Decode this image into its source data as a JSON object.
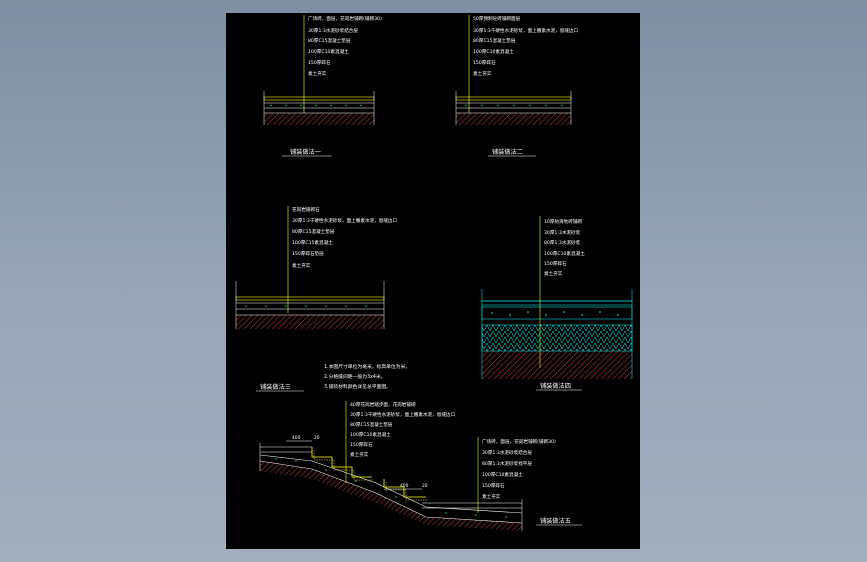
{
  "drawing": {
    "details": [
      {
        "title": "铺装做法一",
        "labels": [
          "广场砖，面层，花岗岩铺砌(铺砌30)",
          "30厚1:3水泥砂浆结合层",
          "80厚C15混凝土垫层",
          "100厚C10素混凝土",
          "150厚碎石",
          "素土夯实"
        ]
      },
      {
        "title": "铺装做法二",
        "labels": [
          "50厚预制砼砖铺砌面层",
          "30厚1:3干硬性水泥砂浆，面上撒素水泥，留缝边口",
          "80厚C15混凝土垫层",
          "100厚C10素混凝土",
          "150厚碎石",
          "素土夯实"
        ]
      },
      {
        "title": "铺装做法三",
        "labels": [
          "花岗岩铺砌石",
          "30厚1:3干硬性水泥砂浆，面上撒素水泥，留缝边口",
          "80厚C15混凝土垫层",
          "100厚C15素混凝土",
          "150厚碎石垫层",
          "素土夯实"
        ]
      },
      {
        "title": "铺装做法四",
        "labels": [
          "10厚防滑地砖铺砌",
          "30厚1:3水泥砂浆",
          "80厚1:3水泥砂浆",
          "100厚C10素混凝土",
          "150厚碎石",
          "素土夯实"
        ]
      },
      {
        "title": "铺装做法五",
        "labels_left": [
          "40厚花岗岩踏步面，花岗岩铺砌",
          "30厚1:3干硬性水泥砂浆，面上撒素水泥，留缝边口",
          "80厚C15混凝土垫层",
          "100厚C10素混凝土",
          "150厚碎石",
          "素土夯实"
        ],
        "labels_right": [
          "广场砖，面层，花岗岩铺砌(铺砌30)",
          "30厚1:3水泥砂浆结合层",
          "80厚1:3水泥砂浆找平层",
          "100厚C10素混凝土",
          "150厚碎石",
          "素土夯实"
        ],
        "dims": [
          "400",
          "20",
          "400",
          "20"
        ]
      }
    ],
    "notes": [
      "1.本图尺寸单位为毫米，标高单位为米。",
      "2.分格缝间距一般为3x4米。",
      "3.铺装材料颜色详见总平面图。"
    ]
  },
  "colors": {
    "background": "#8a98ac",
    "sheet": "#000000",
    "label": "#ffffff",
    "slab_lines": "#ffffff",
    "stone": "#ffff00",
    "leader": "#ffff00",
    "aggregate": "#00ff66",
    "hatch": "#ff4b4b",
    "detail_four": "#00ffff"
  }
}
